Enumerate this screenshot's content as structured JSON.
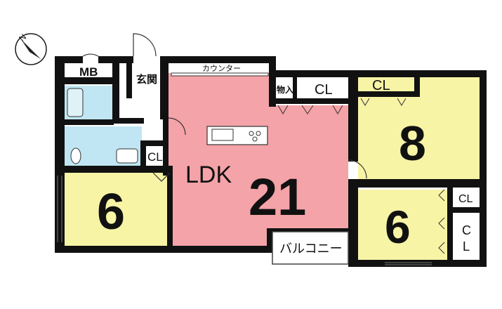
{
  "compass": {
    "label": "N",
    "icon": "north-arrow-icon"
  },
  "rooms": {
    "mb": "MB",
    "genkan": "玄関",
    "counter": "カウンター",
    "monoire": "物入",
    "cl_top": "CL",
    "cl_bed8": "CL",
    "bed8_size": "8",
    "cl_small_left": "CL",
    "ldk_label": "LDK",
    "ldk_size": "21",
    "bed6_left_size": "6",
    "bed6_right_size": "6",
    "cl_right_upper": "CL",
    "cl_right_lower_c": "C",
    "cl_right_lower_l": "L",
    "balcony": "バルコニー"
  },
  "colors": {
    "ldk": "#f4a3a8",
    "bedroom": "#f7f4a6",
    "wet_area": "#bfe6f2",
    "wall": "#111111",
    "floor": "#ffffff"
  }
}
